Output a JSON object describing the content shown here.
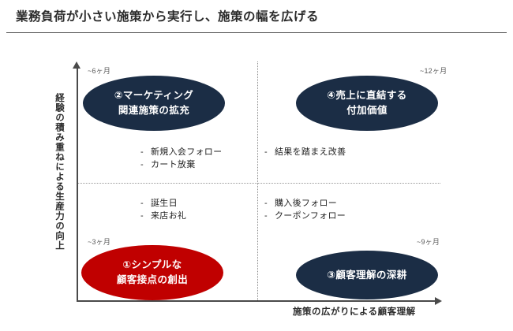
{
  "header": {
    "title": "業務負荷が小さい施策から実行し、施策の幅を広げる"
  },
  "chart_data": {
    "type": "scatter",
    "title": "業務負荷が小さい施策から実行し、施策の幅を広げる",
    "xlabel": "施策の広がりによる顧客理解",
    "ylabel": "経験の積み重ねによる生産力の向上",
    "grid": "dotted-quadrant-dividers",
    "legend": "none",
    "colors": {
      "navy": "#1b2d45",
      "red": "#c00000",
      "axis": "#4a4a4a",
      "divider": "#8a8a8a"
    },
    "quadrants": [
      {
        "position": "top-left",
        "duration_label": "~6ヶ月",
        "bubble": {
          "line1": "②マーケティング",
          "line2": "関連施策の拡充",
          "color": "#1b2d45"
        },
        "items": [
          "新規入会フォロー",
          "カート放棄"
        ]
      },
      {
        "position": "top-right",
        "duration_label": "~12ヶ月",
        "bubble": {
          "line1": "④売上に直結する",
          "line2": "付加価値",
          "color": "#1b2d45"
        },
        "items": [
          "結果を踏まえ改善"
        ]
      },
      {
        "position": "bottom-left",
        "duration_label": "~3ヶ月",
        "bubble": {
          "line1": "①シンプルな",
          "line2": "顧客接点の創出",
          "color": "#c00000"
        },
        "items": [
          "誕生日",
          "来店お礼"
        ]
      },
      {
        "position": "bottom-right",
        "duration_label": "~9ヶ月",
        "bubble": {
          "line1": "③顧客理解の深耕",
          "line2": "",
          "color": "#1b2d45"
        },
        "items": [
          "購入後フォロー",
          "クーポンフォロー"
        ]
      }
    ]
  },
  "bullet_marker": "-"
}
